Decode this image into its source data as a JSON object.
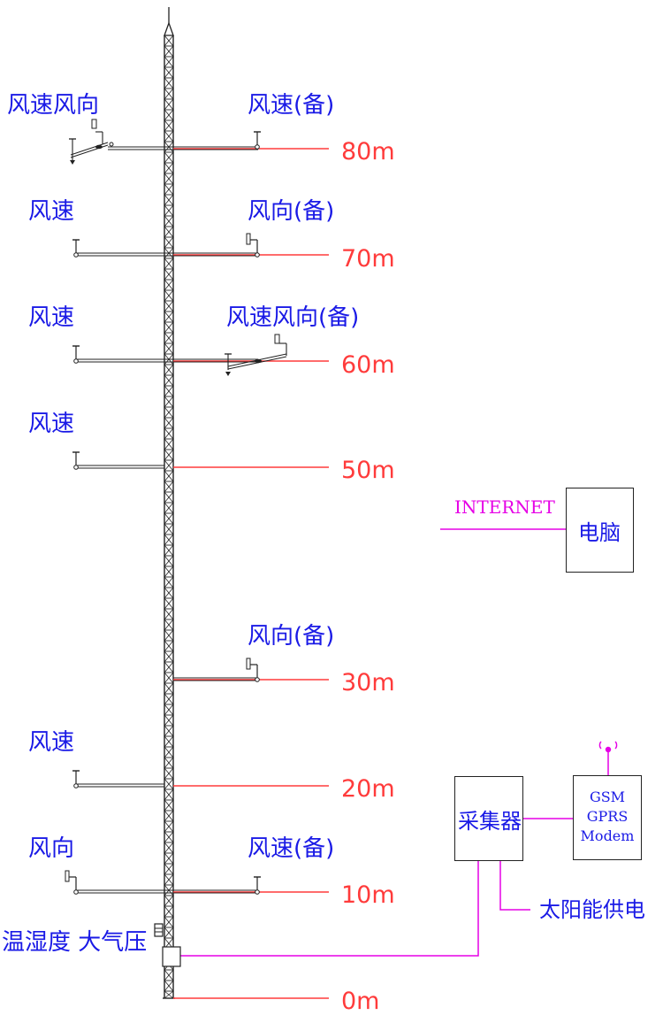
{
  "heights": [
    {
      "id": "h80",
      "label": "80m"
    },
    {
      "id": "h70",
      "label": "70m"
    },
    {
      "id": "h60",
      "label": "60m"
    },
    {
      "id": "h50",
      "label": "50m"
    },
    {
      "id": "h30",
      "label": "30m"
    },
    {
      "id": "h20",
      "label": "20m"
    },
    {
      "id": "h10",
      "label": "10m"
    },
    {
      "id": "h0",
      "label": "0m"
    }
  ],
  "sensor_labels": {
    "l80_left": "风速风向",
    "l80_right": "风速(备)",
    "l70_left": "风速",
    "l70_right": "风向(备)",
    "l60_left": "风速",
    "l60_right": "风速风向(备)",
    "l50_left": "风速",
    "l30_right": "风向(备)",
    "l20_left": "风速",
    "l10_left": "风向",
    "l10_right": "风速(备)",
    "ground": "温湿度 大气压"
  },
  "boxes": {
    "computer": "电脑",
    "collector": "采集器",
    "modem": [
      "GSM",
      "GPRS",
      "Modem"
    ]
  },
  "internet": "INTERNET",
  "power": "太阳能供电",
  "colors": {
    "height_line": "#ff3b3b",
    "comm_line": "#e600e6",
    "label": "#1a1ae6",
    "tower": "#222222"
  }
}
